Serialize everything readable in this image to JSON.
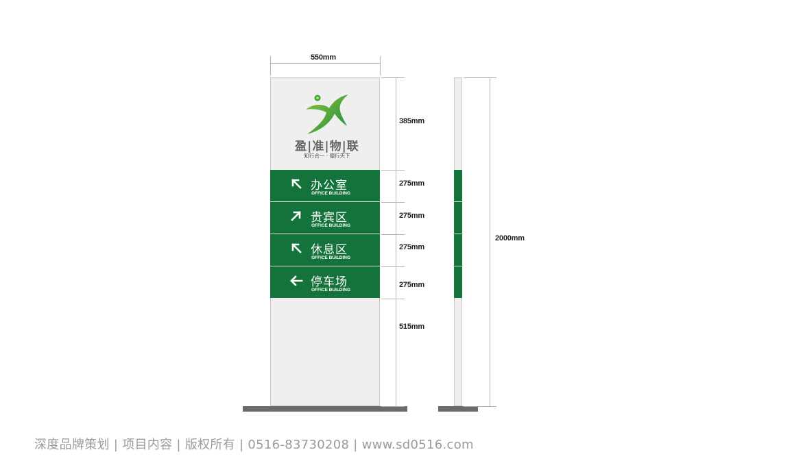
{
  "sign": {
    "brand_name": "盈|准|物|联",
    "slogan": "知行合一 · 德行天下",
    "panels": [
      {
        "label": "办公室",
        "sublabel": "OFFICE BUILDING",
        "arrow": "up-left"
      },
      {
        "label": "贵宾区",
        "sublabel": "OFFICE BUILDING",
        "arrow": "up-right"
      },
      {
        "label": "休息区",
        "sublabel": "OFFICE BUILDING",
        "arrow": "up-left"
      },
      {
        "label": "停车场",
        "sublabel": "OFFICE BUILDING",
        "arrow": "left"
      }
    ],
    "colors": {
      "panel": "#14733a",
      "face": "#efefef",
      "logo_green": "#3aa535",
      "base": "#6b6b6b"
    }
  },
  "dimensions": {
    "width": "550mm",
    "logo_section": "385mm",
    "panel_1": "275mm",
    "panel_2": "275mm",
    "panel_3": "275mm",
    "panel_4": "275mm",
    "bottom_section": "515mm",
    "total_height": "2000mm"
  },
  "footer": {
    "text": "深度品牌策划 | 项目内容 | 版权所有 | 0516-83730208 | www.sd0516.com"
  }
}
